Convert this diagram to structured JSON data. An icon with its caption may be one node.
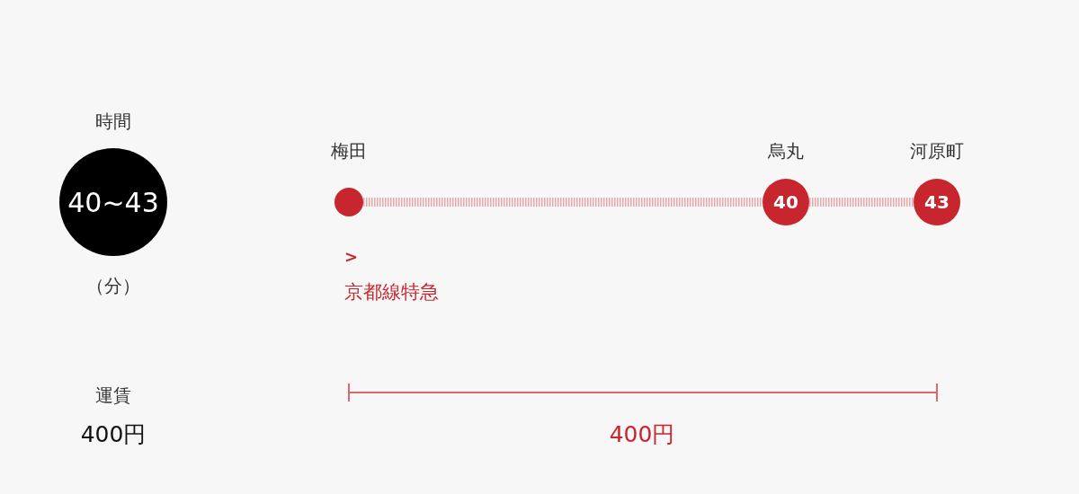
{
  "diagram": {
    "nodes": [
      {
        "text": [
          "40~43"
        ],
        "beside": [
          "時間",
          "（分）"
        ]
      },
      {
        "text": [],
        "shape": "circle",
        "beside": [
          "梅田"
        ]
      },
      {
        "text": [
          "40"
        ],
        "beside": [
          "烏丸"
        ]
      },
      {
        "text": [
          "43"
        ],
        "beside": [
          "河原町"
        ]
      }
    ],
    "edges": [
      {
        "from": 1,
        "to": 2,
        "arrow": "none"
      },
      {
        "from": 2,
        "to": 3,
        "arrow": "none"
      }
    ],
    "labels": [
      ">",
      "京都線特急",
      "運賃",
      "400円",
      "400円"
    ]
  }
}
